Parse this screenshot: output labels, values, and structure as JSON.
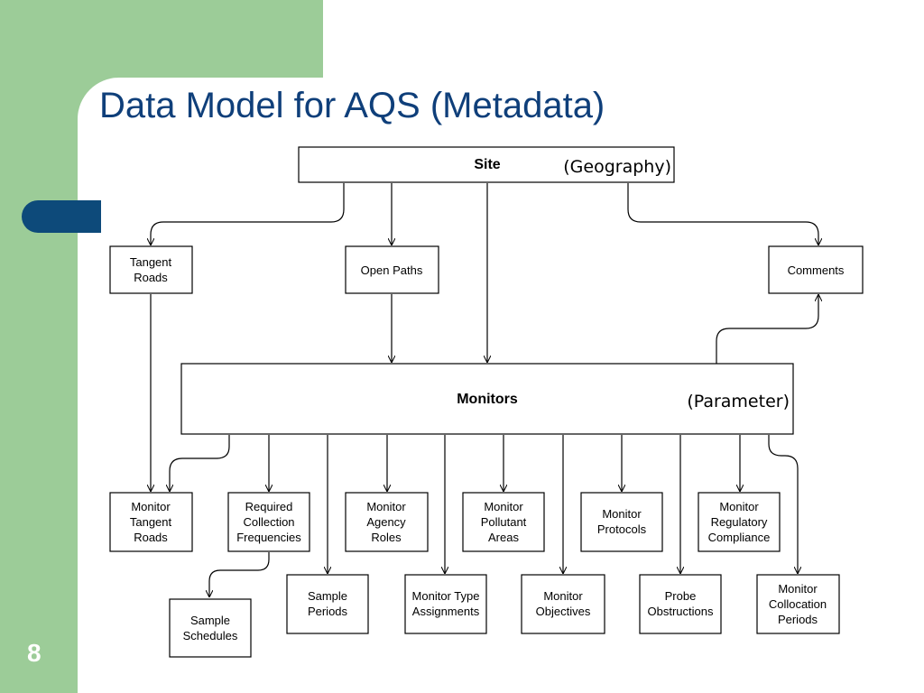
{
  "slide": {
    "title": "Data Model for AQS (Metadata)",
    "page_number": "8"
  },
  "diagram": {
    "site": {
      "label": "Site",
      "annotation": "(Geography)"
    },
    "monitors": {
      "label": "Monitors",
      "annotation": "(Parameter)"
    },
    "tangent_roads": {
      "lines": [
        "Tangent",
        "Roads"
      ]
    },
    "open_paths": {
      "lines": [
        "Open Paths"
      ]
    },
    "comments": {
      "lines": [
        "Comments"
      ]
    },
    "monitor_tangent_roads": {
      "lines": [
        "Monitor",
        "Tangent",
        "Roads"
      ]
    },
    "required_collection_frequencies": {
      "lines": [
        "Required",
        "Collection",
        "Frequencies"
      ]
    },
    "monitor_agency_roles": {
      "lines": [
        "Monitor",
        "Agency",
        "Roles"
      ]
    },
    "monitor_pollutant_areas": {
      "lines": [
        "Monitor",
        "Pollutant",
        "Areas"
      ]
    },
    "monitor_protocols": {
      "lines": [
        "Monitor",
        "Protocols"
      ]
    },
    "monitor_regulatory_compliance": {
      "lines": [
        "Monitor",
        "Regulatory",
        "Compliance"
      ]
    },
    "sample_schedules": {
      "lines": [
        "Sample",
        "Schedules"
      ]
    },
    "sample_periods": {
      "lines": [
        "Sample",
        "Periods"
      ]
    },
    "monitor_type_assignments": {
      "lines": [
        "Monitor Type",
        "Assignments"
      ]
    },
    "monitor_objectives": {
      "lines": [
        "Monitor",
        "Objectives"
      ]
    },
    "probe_obstructions": {
      "lines": [
        "Probe",
        "Obstructions"
      ]
    },
    "monitor_collocation_periods": {
      "lines": [
        "Monitor",
        "Collocation",
        "Periods"
      ]
    }
  }
}
